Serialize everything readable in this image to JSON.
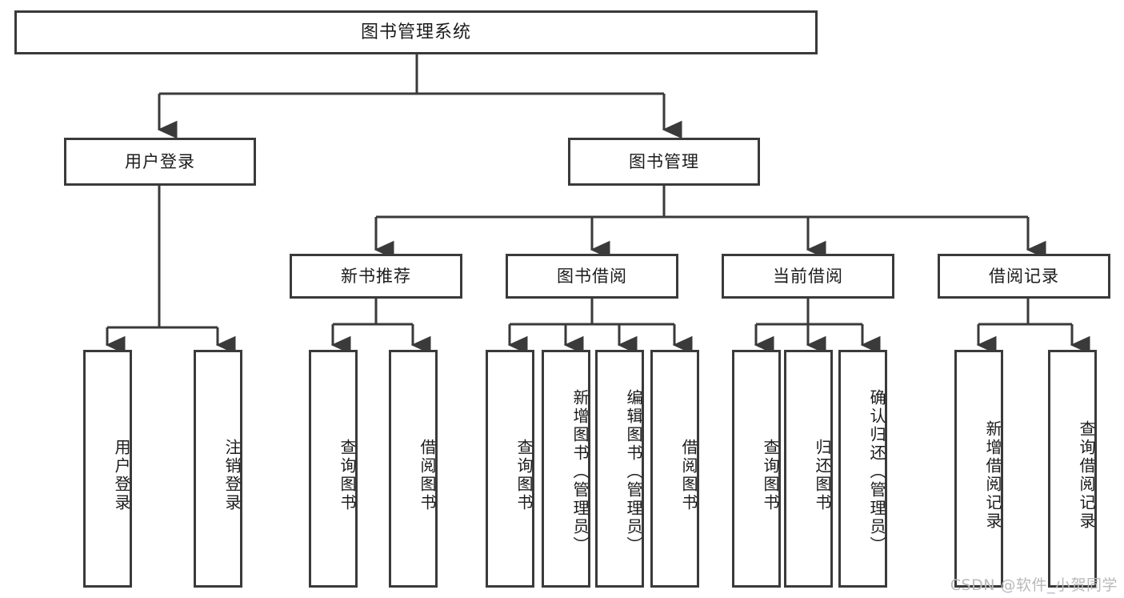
{
  "diagram": {
    "type": "tree-hierarchy-chart",
    "title": "图书管理系统",
    "stroke_color": "#3a3a3a",
    "text_color": "#1b1b1b",
    "background": "#ffffff",
    "root": {
      "label": "图书管理系统"
    },
    "level1": [
      {
        "id": "user-login",
        "label": "用户登录"
      },
      {
        "id": "book-management",
        "label": "图书管理"
      }
    ],
    "level2": [
      {
        "id": "new-book-recommend",
        "label": "新书推荐",
        "parent": "book-management"
      },
      {
        "id": "book-borrow",
        "label": "图书借阅",
        "parent": "book-management"
      },
      {
        "id": "current-borrow",
        "label": "当前借阅",
        "parent": "book-management"
      },
      {
        "id": "borrow-record",
        "label": "借阅记录",
        "parent": "book-management"
      }
    ],
    "leaves": [
      {
        "id": "leaf-user-login",
        "label": "用户登录",
        "parent": "user-login"
      },
      {
        "id": "leaf-logout-login",
        "label": "注销登录",
        "parent": "user-login"
      },
      {
        "id": "leaf-query-book-1",
        "label": "查询图书",
        "parent": "new-book-recommend"
      },
      {
        "id": "leaf-borrow-book-1",
        "label": "借阅图书",
        "parent": "new-book-recommend"
      },
      {
        "id": "leaf-query-book-2",
        "label": "查询图书",
        "parent": "book-borrow"
      },
      {
        "id": "leaf-add-book",
        "label": "新增图书（管理员）",
        "parent": "book-borrow"
      },
      {
        "id": "leaf-edit-book",
        "label": "编辑图书（管理员）",
        "parent": "book-borrow"
      },
      {
        "id": "leaf-borrow-book-2",
        "label": "借阅图书",
        "parent": "book-borrow"
      },
      {
        "id": "leaf-query-book-3",
        "label": "查询图书",
        "parent": "current-borrow"
      },
      {
        "id": "leaf-return-book",
        "label": "归还图书",
        "parent": "current-borrow"
      },
      {
        "id": "leaf-confirm-return",
        "label": "确认归还（管理员）",
        "parent": "current-borrow"
      },
      {
        "id": "leaf-add-record",
        "label": "新增借阅记录",
        "parent": "borrow-record"
      },
      {
        "id": "leaf-query-record",
        "label": "查询借阅记录",
        "parent": "borrow-record"
      }
    ]
  },
  "watermark": {
    "text": "CSDN @软件_小贺同学"
  }
}
